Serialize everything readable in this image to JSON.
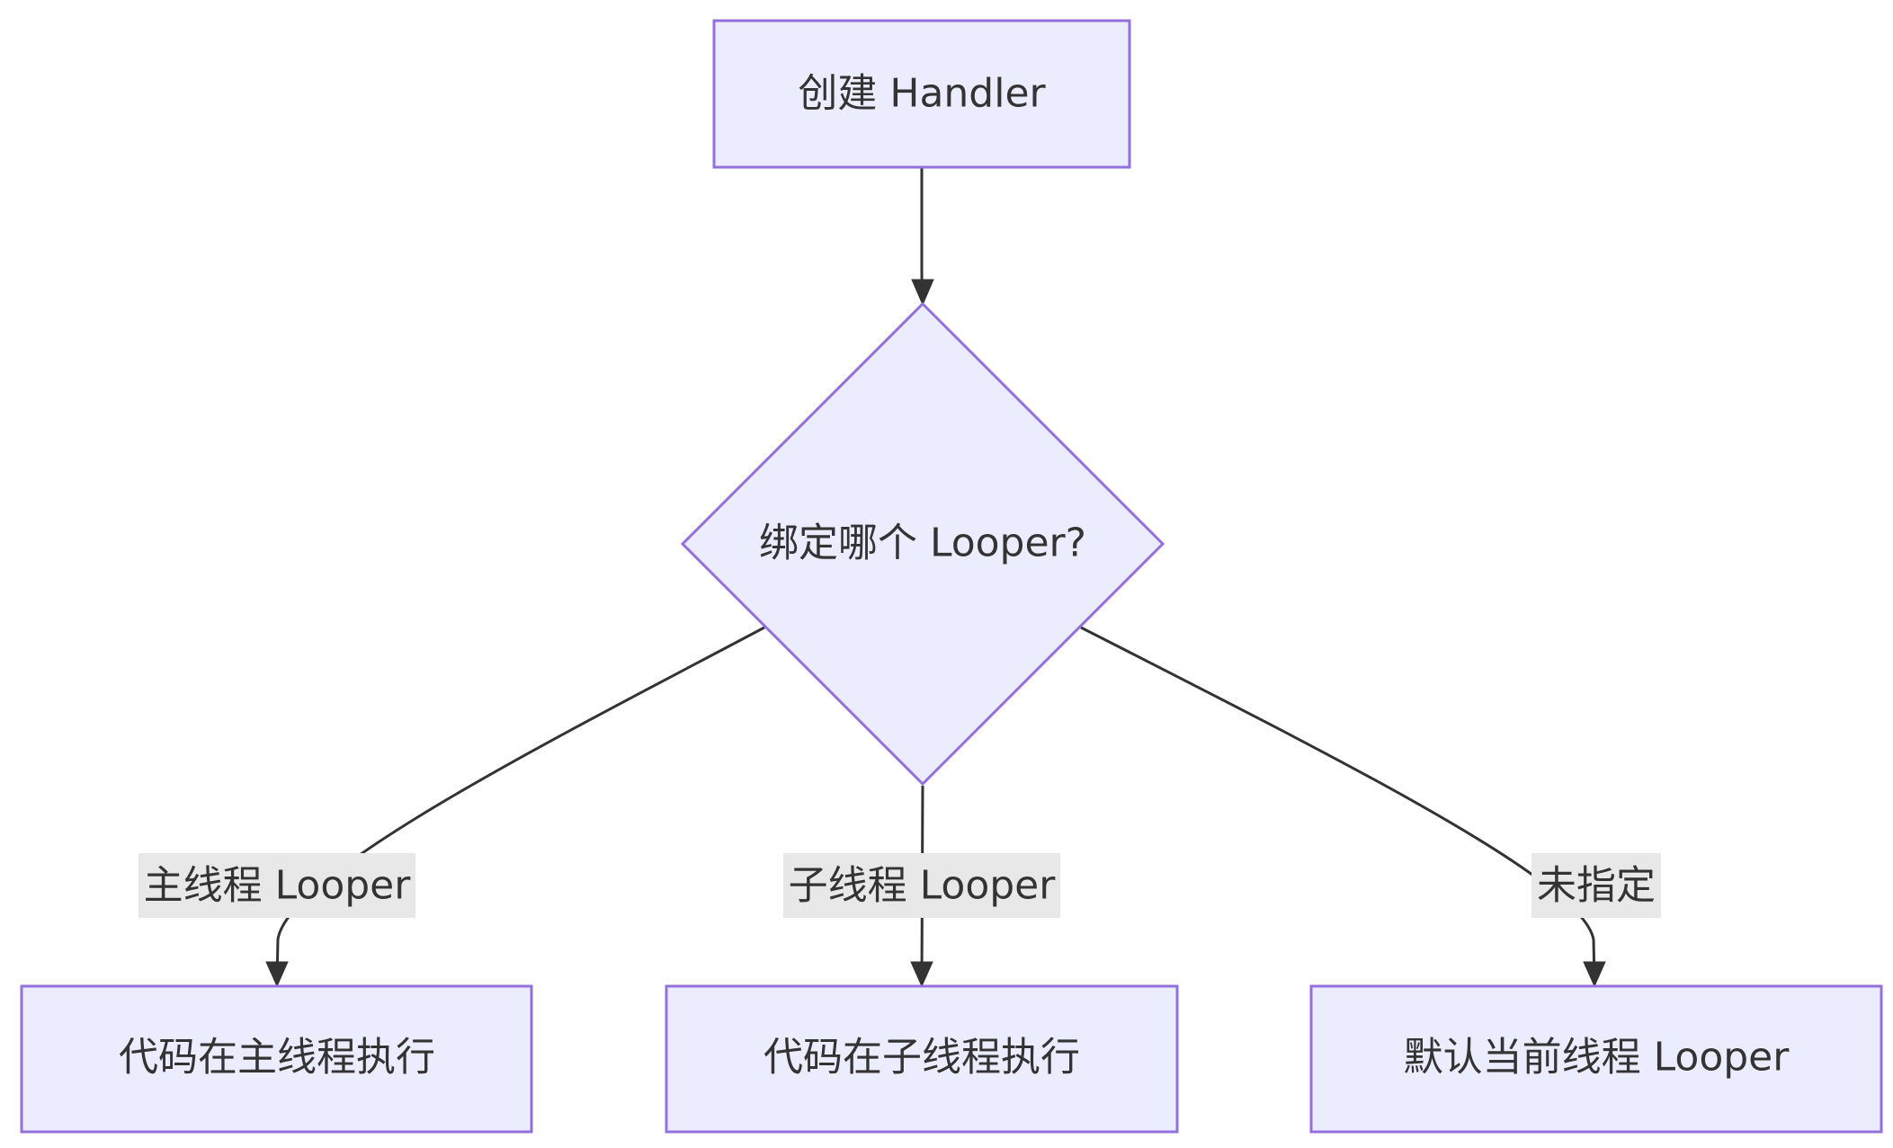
{
  "nodes": {
    "create_handler": {
      "label": "创建 Handler"
    },
    "which_looper": {
      "label": "绑定哪个 Looper?"
    },
    "main_thread": {
      "label": "代码在主线程执行"
    },
    "child_thread": {
      "label": "代码在子线程执行"
    },
    "default_looper": {
      "label": "默认当前线程 Looper"
    }
  },
  "edges": {
    "to_main": {
      "label": "主线程 Looper"
    },
    "to_child": {
      "label": "子线程 Looper"
    },
    "to_default": {
      "label": "未指定"
    }
  },
  "colors": {
    "node_fill": "#ECECFF",
    "node_stroke": "#9370DB",
    "edge_stroke": "#333333",
    "edge_label_bg": "#E8E8E8",
    "text": "#333333"
  }
}
